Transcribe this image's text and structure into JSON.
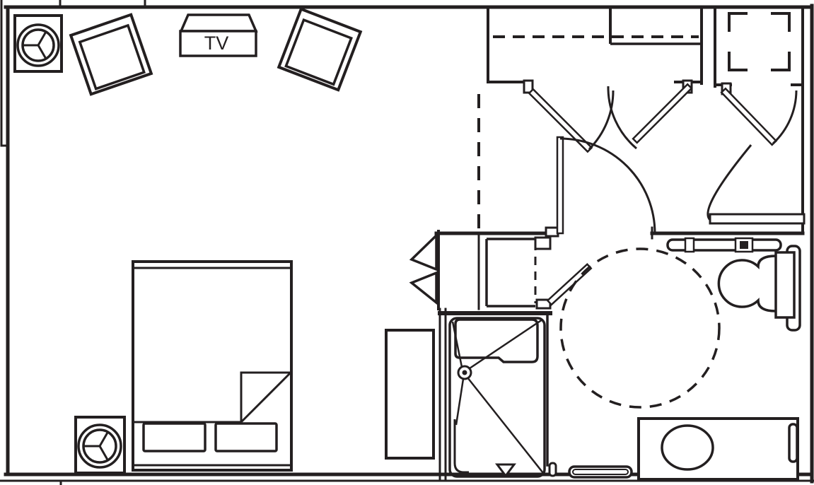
{
  "drawing": {
    "type": "floor-plan",
    "ink_color": "#231f20",
    "background_color": "#ffffff"
  },
  "labels": {
    "tv": "TV"
  },
  "fixtures": [
    {
      "name": "corner-table-lamp-top-left"
    },
    {
      "name": "armchair-left"
    },
    {
      "name": "tv-cabinet"
    },
    {
      "name": "armchair-right"
    },
    {
      "name": "wardrobe-closet-dashed-rod"
    },
    {
      "name": "storage-closet-dashed-shelf"
    },
    {
      "name": "entry-closet-double-doors"
    },
    {
      "name": "entry-door"
    },
    {
      "name": "connecting-door"
    },
    {
      "name": "bed-with-turned-sheet"
    },
    {
      "name": "pillows"
    },
    {
      "name": "nightstand-lamp-bottom-left"
    },
    {
      "name": "luggage-bench"
    },
    {
      "name": "bifold-closet"
    },
    {
      "name": "bathroom-cabinet"
    },
    {
      "name": "bathroom-door"
    },
    {
      "name": "roll-in-shower-with-drain"
    },
    {
      "name": "shower-seat"
    },
    {
      "name": "grab-bars"
    },
    {
      "name": "toilet"
    },
    {
      "name": "wheelchair-turning-circle"
    },
    {
      "name": "vanity-with-sink"
    },
    {
      "name": "towel-bar"
    },
    {
      "name": "counter-shelf"
    }
  ]
}
